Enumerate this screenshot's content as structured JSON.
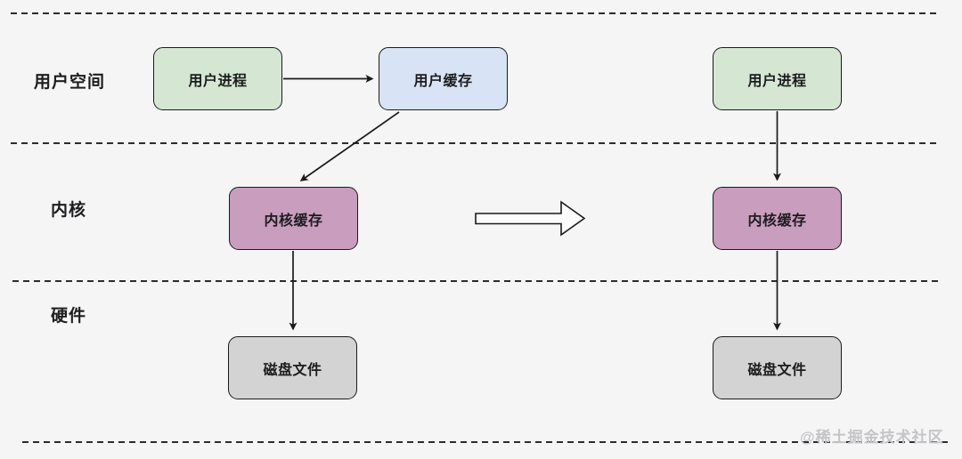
{
  "canvas": {
    "background": "#f5f5f6",
    "separator_color": "#2c2c2c",
    "border_color": "#1a1a1a"
  },
  "regions": [
    {
      "label": "用户空间"
    },
    {
      "label": "内核"
    },
    {
      "label": "硬件"
    }
  ],
  "left_diagram": {
    "description": "before-transform flow",
    "nodes": [
      {
        "id": "user-process",
        "label": "用户进程",
        "fill": "#d5e7d3"
      },
      {
        "id": "user-buffer",
        "label": "用户缓存",
        "fill": "#d8e4f5"
      },
      {
        "id": "kernel-buffer",
        "label": "内核缓存",
        "fill": "#c99dbe"
      },
      {
        "id": "disk-file",
        "label": "磁盘文件",
        "fill": "#d3d3d3"
      }
    ],
    "edges": [
      {
        "from": "user-process",
        "to": "user-buffer"
      },
      {
        "from": "user-buffer",
        "to": "kernel-buffer"
      },
      {
        "from": "kernel-buffer",
        "to": "disk-file"
      }
    ]
  },
  "transform_arrow": {
    "direction": "right",
    "fill": "#fdfdfd"
  },
  "right_diagram": {
    "description": "after-transform flow",
    "nodes": [
      {
        "id": "user-process",
        "label": "用户进程",
        "fill": "#d5e7d3"
      },
      {
        "id": "kernel-buffer",
        "label": "内核缓存",
        "fill": "#c99dbe"
      },
      {
        "id": "disk-file",
        "label": "磁盘文件",
        "fill": "#d3d3d3"
      }
    ],
    "edges": [
      {
        "from": "user-process",
        "to": "kernel-buffer"
      },
      {
        "from": "kernel-buffer",
        "to": "disk-file"
      }
    ]
  },
  "watermark": {
    "text": "@稀土掘金技术社区",
    "color": "#c5c5c8"
  }
}
